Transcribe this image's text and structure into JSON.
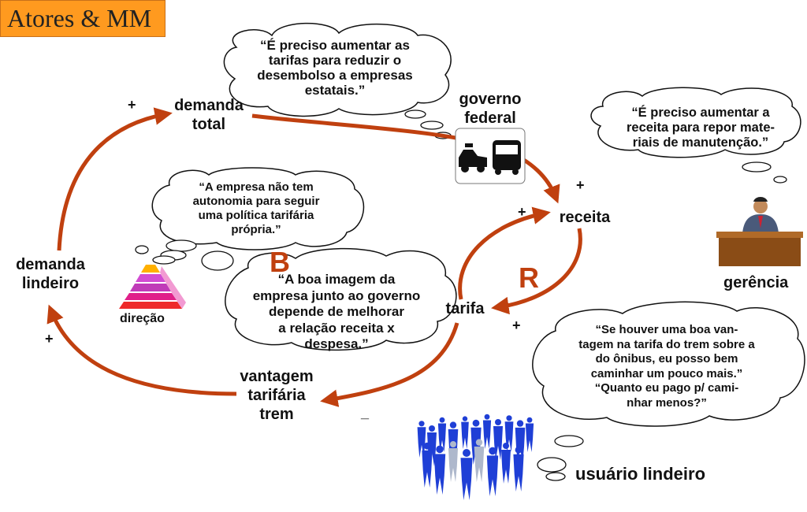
{
  "title": "Atores & MM",
  "nodes": {
    "demanda_total": "demanda\ntotal",
    "receita": "receita",
    "tarifa": "tarifa",
    "vantagem": "vantagem\ntarifária\ntrem",
    "demanda_lindeiro": "demanda\nlindeiro"
  },
  "loops": {
    "r_right": "R",
    "b_left": "B"
  },
  "signs": {
    "demanda_total": "+",
    "receita_top": "+",
    "receita_left": "+",
    "tarifa": "+",
    "vantagem": "_",
    "lindeiro": "+"
  },
  "actors": {
    "governo": "governo\nfederal",
    "gerencia": "gerência",
    "direcao": "direção",
    "usuario": "usuário lindeiro"
  },
  "quotes": {
    "governo": "“É preciso aumentar as\ntarifas para reduzir o\ndesembolso a empresas\nestatais.”",
    "gerencia": "“É preciso aumentar a\nreceita para repor mate-\nriais de manutenção.”",
    "autonomia": "“A empresa não tem\nautonomia para seguir\numa política tarifária\nprópria.”",
    "imagem": "“A boa imagem da\nempresa junto ao governo\ndepende de melhorar\na relação receita x\ndespesa.”",
    "usuario": "“Se houver uma boa van-\ntagem na tarifa do trem sobre a\ndo ônibus, eu  posso bem\ncaminhar  um pouco mais.”\n“Quanto eu pago p/ cami-\nnhar menos?”"
  },
  "colors": {
    "arrow": "#c0400f",
    "title_bg": "#ff9a1f",
    "people": "#1f3fd6"
  }
}
